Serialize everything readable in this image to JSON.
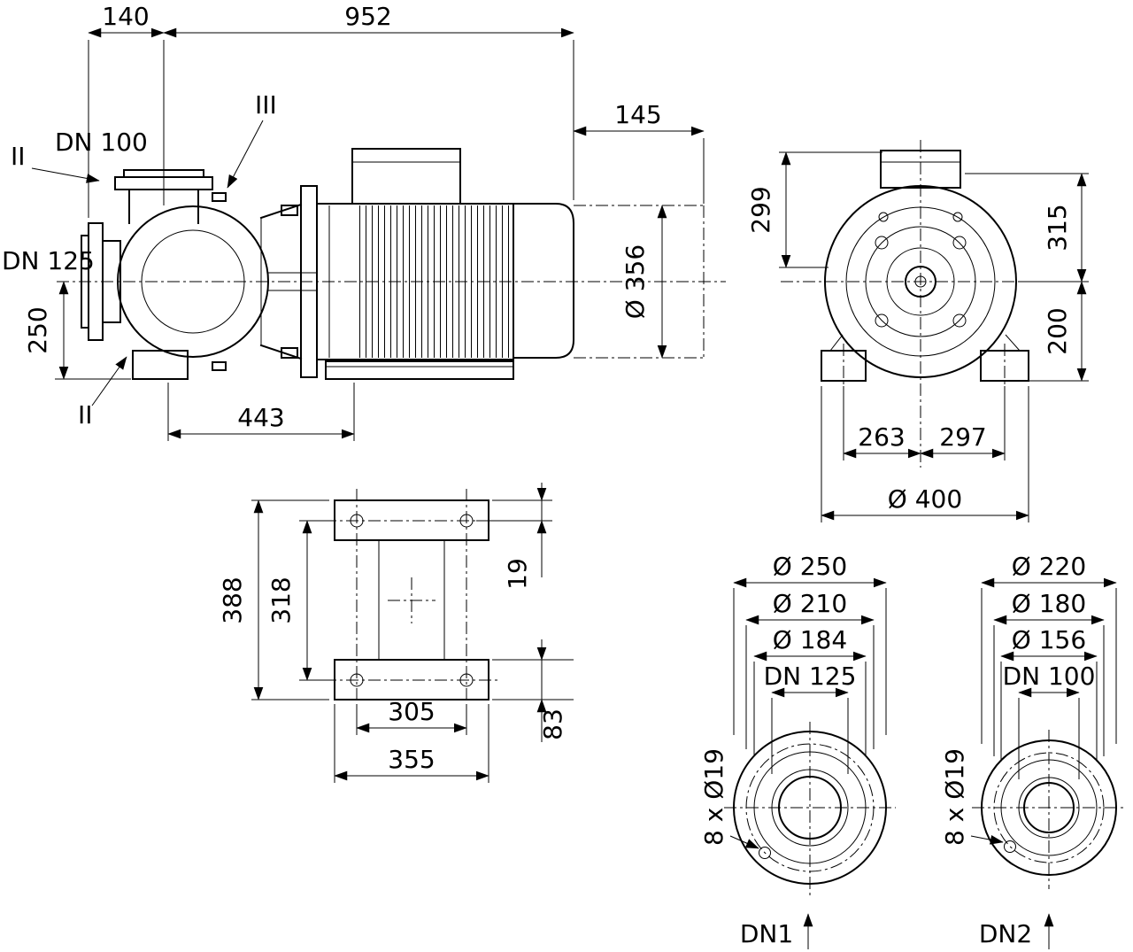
{
  "colors": {
    "line": "#000000",
    "background": "#ffffff"
  },
  "side_view": {
    "dim_140": "140",
    "dim_952": "952",
    "dim_145": "145",
    "label_dn100": "DN 100",
    "label_dn125": "DN 125",
    "dim_250": "250",
    "dim_dia356": "Ø 356",
    "dim_443": "443",
    "mark_ii_top": "II",
    "mark_ii_bottom": "II",
    "mark_iii": "III"
  },
  "front_view": {
    "dim_299": "299",
    "dim_315": "315",
    "dim_200": "200",
    "dim_263": "263",
    "dim_297": "297",
    "dim_dia400": "Ø 400"
  },
  "plan_view": {
    "dim_388": "388",
    "dim_318": "318",
    "dim_19": "19",
    "dim_83": "83",
    "dim_305": "305",
    "dim_355": "355"
  },
  "flange_dn1": {
    "dia_outer": "Ø 250",
    "dia_bolt_circle": "Ø 210",
    "dia_face": "Ø 184",
    "nominal": "DN 125",
    "bolt_pattern": "8 x Ø19",
    "label": "DN1"
  },
  "flange_dn2": {
    "dia_outer": "Ø 220",
    "dia_bolt_circle": "Ø 180",
    "dia_face": "Ø 156",
    "nominal": "DN 100",
    "bolt_pattern": "8 x Ø19",
    "label": "DN2"
  }
}
